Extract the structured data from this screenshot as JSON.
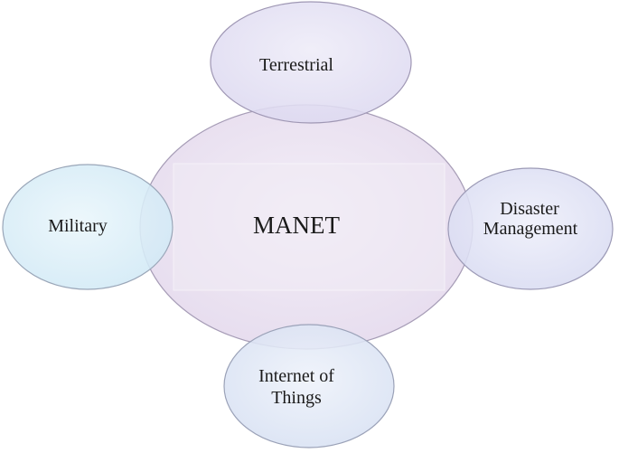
{
  "diagram": {
    "center": {
      "label": "MANET"
    },
    "nodes": {
      "top": {
        "line1": "Terrestrial",
        "line2": ""
      },
      "left": {
        "line1": "Military",
        "line2": ""
      },
      "right": {
        "line1": "Disaster",
        "line2": "Management"
      },
      "bottom": {
        "line1": "Internet of",
        "line2": "Things"
      }
    }
  },
  "colors": {
    "center_fill": "#ebe4f1",
    "top_fill": "#e6e3f4",
    "left_fill": "#d9eef8",
    "right_fill": "#e1e3f5",
    "bottom_fill": "#dfe6f5",
    "outline": "#9a93ad"
  }
}
